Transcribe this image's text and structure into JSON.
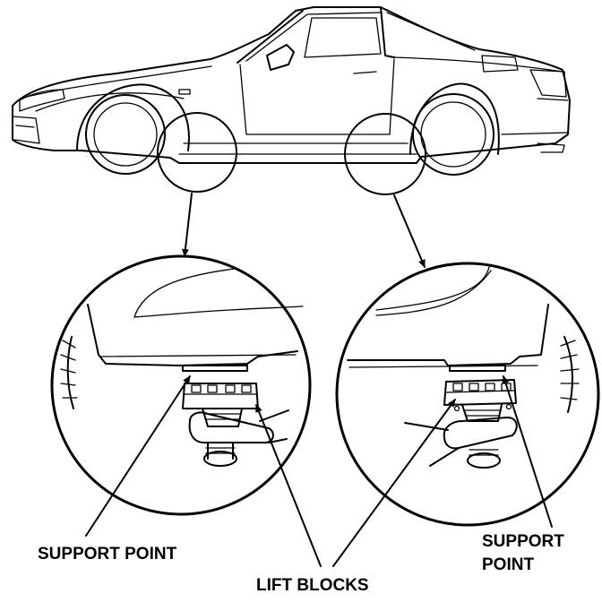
{
  "labels": {
    "support_point_left": "SUPPORT POINT",
    "lift_blocks": "LIFT BLOCKS",
    "support_point_right_line1": "SUPPORT",
    "support_point_right_line2": "POINT"
  }
}
